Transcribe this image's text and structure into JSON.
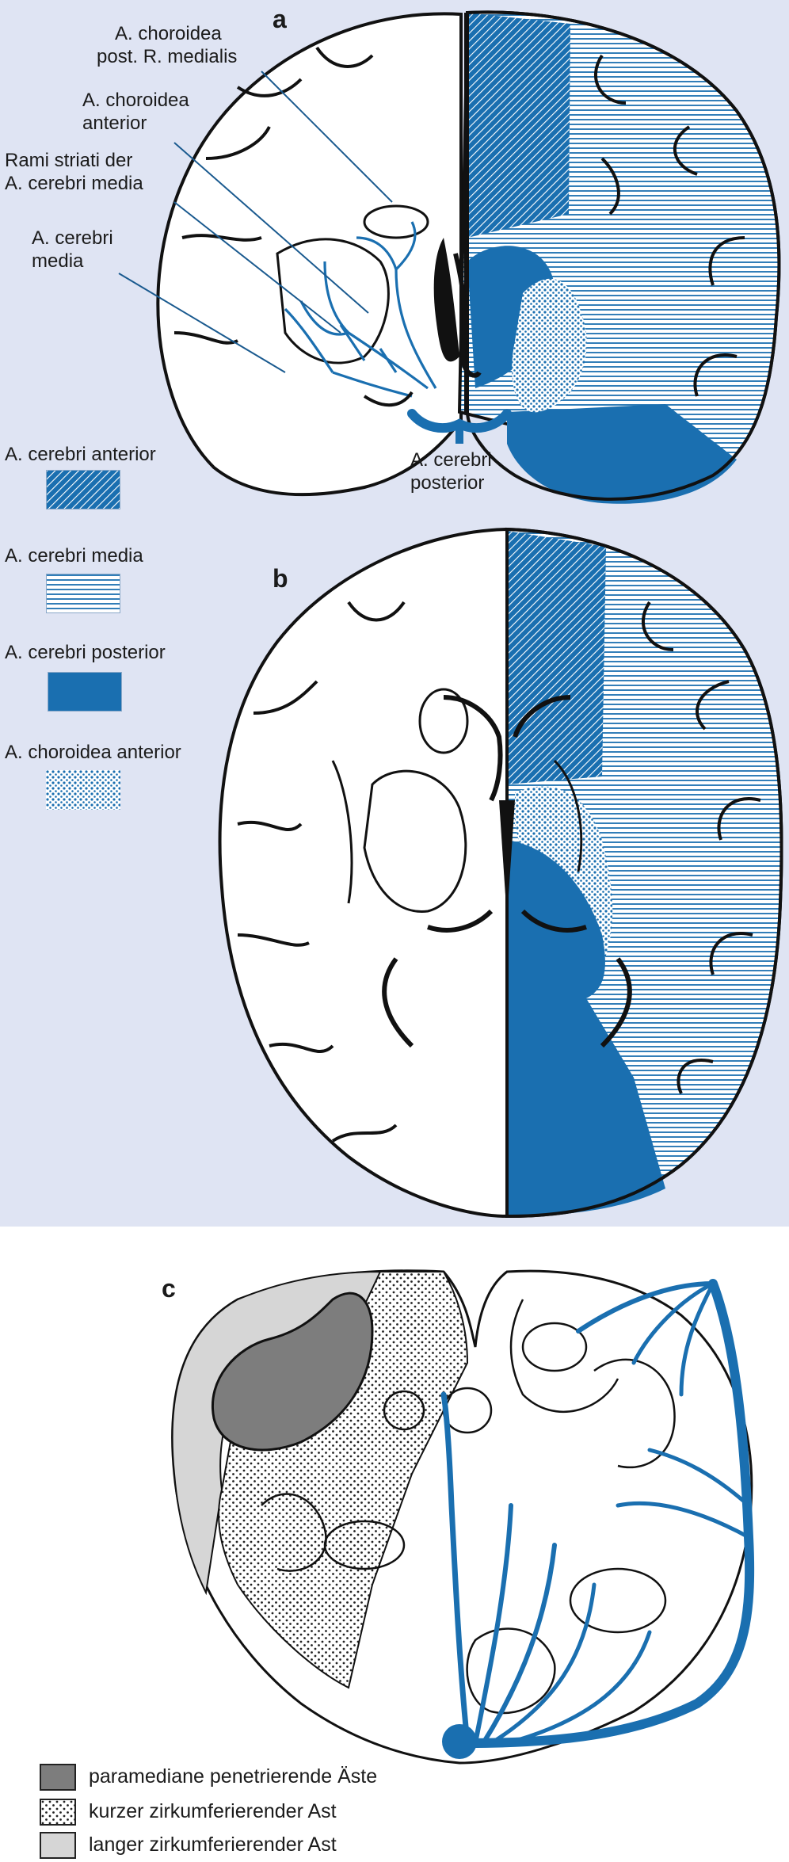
{
  "panels": {
    "a": "a",
    "b": "b",
    "c": "c"
  },
  "labels": {
    "choroidea_post_l1": "A. choroidea",
    "choroidea_post_l2": "post. R. medialis",
    "choroidea_ant_l1": "A. choroidea",
    "choroidea_ant_l2": "anterior",
    "rami_l1": "Rami striati der",
    "rami_l2": "A. cerebri media",
    "media_l1": "A. cerebri",
    "media_l2": "media",
    "posterior_l1": "A. cerebri",
    "posterior_l2": "posterior"
  },
  "legend_top": [
    {
      "label": "A. cerebri anterior",
      "pattern": "diagonal-hatch"
    },
    {
      "label": "A. cerebri media",
      "pattern": "horizontal-lines"
    },
    {
      "label": "A. cerebri posterior",
      "pattern": "solid"
    },
    {
      "label": "A. choroidea anterior",
      "pattern": "dots"
    }
  ],
  "legend_bottom": [
    {
      "label": "paramediane penetrierende Äste",
      "fill": "dark-gray"
    },
    {
      "label": "kurzer zirkumferierender Ast",
      "fill": "dotted"
    },
    {
      "label": "langer zirkumferierender Ast",
      "fill": "light-gray"
    }
  ],
  "colors": {
    "blue": "#1a6fb0",
    "background": "#dfe4f3",
    "dark_gray": "#7d7d7d",
    "light_gray": "#d6d6d6"
  }
}
